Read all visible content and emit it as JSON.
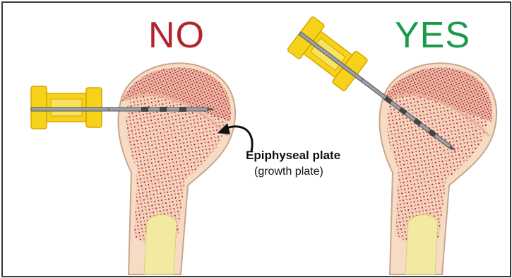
{
  "panels": {
    "left": {
      "title": "NO"
    },
    "right": {
      "title": "YES"
    }
  },
  "annotation": {
    "label": "Epiphyseal plate",
    "sublabel": "(growth plate)"
  },
  "colors": {
    "no": "#b3252c",
    "yes": "#1c9a4c",
    "bone_cortex": "#f6dcc5",
    "bone_outline": "#c9a58a",
    "marrow_dots": "#b5232b",
    "medullary_canal": "#f1eaa0",
    "needle_hub": "#f6d21a",
    "needle_shaft": "#9aa0a6"
  },
  "icons": [
    "intraosseous-needle-icon",
    "curved-arrow-icon",
    "bone-icon"
  ]
}
